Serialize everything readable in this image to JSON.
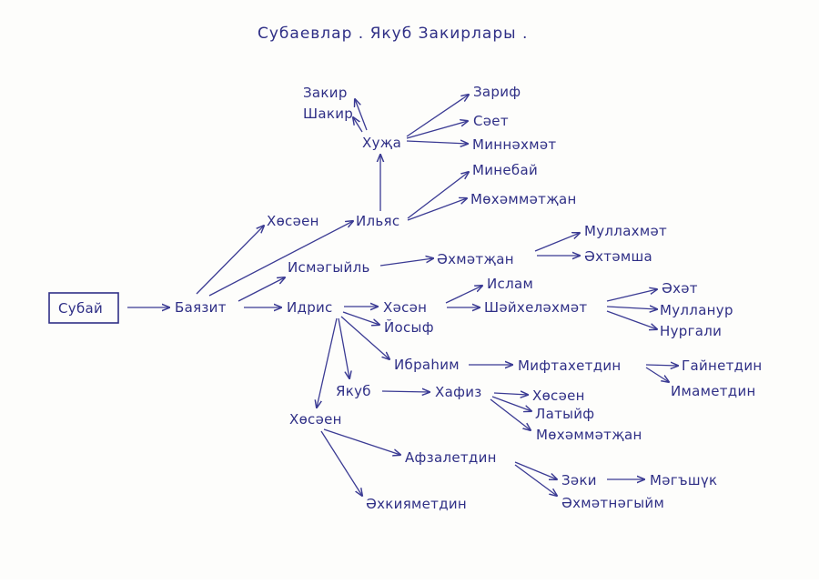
{
  "title": "Субаевлар . Якуб Закирлары .",
  "colors": {
    "ink": "#2f2f86",
    "paper": "#fdfdfb"
  },
  "nodes": {
    "subai": "Субай",
    "bayazit": "Баязит",
    "khosaen1": "Хөсәен",
    "ilyas": "Ильяс",
    "khuja": "Хуҗа",
    "zakir": "Закир",
    "shakir": "Шакир",
    "zarif": "Зариф",
    "saet": "Сәет",
    "minnakhmet": "Миннәхмәт",
    "minebai": "Минебай",
    "mokhammatzhan1": "Мөхәммәтҗан",
    "ismagyil": "Исмәгыйль",
    "akhmatzhan": "Әхмәтҗан",
    "mullakhmet": "Муллахмәт",
    "akhtamsha": "Әхтәмша",
    "idris": "Идрис",
    "khasan": "Хәсән",
    "yosyf": "Йосыф",
    "islam": "Ислам",
    "sheikhelakhmet": "Шәйхеләхмәт",
    "akhat": "Әхәт",
    "mullanur": "Мулланур",
    "nurgali": "Нургали",
    "ibragim": "Ибраһим",
    "miftakhetdin": "Мифтахетдин",
    "gainetdin": "Гайнетдин",
    "imametdin": "Имаметдин",
    "yakub": "Якуб",
    "khafiz": "Хафиз",
    "khosaen2": "Хөсәен",
    "latyif": "Латыйф",
    "mokhammatzhan2": "Мөхәммәтҗан",
    "khosaen3": "Хөсәен",
    "afzaletdin": "Афзалетдин",
    "zaki": "Зәки",
    "magshuk": "Мәгъшүк",
    "akhmatnagyim": "Әхмәтнәгыйм",
    "akhkiyametdin": "Әхкияметдин"
  }
}
